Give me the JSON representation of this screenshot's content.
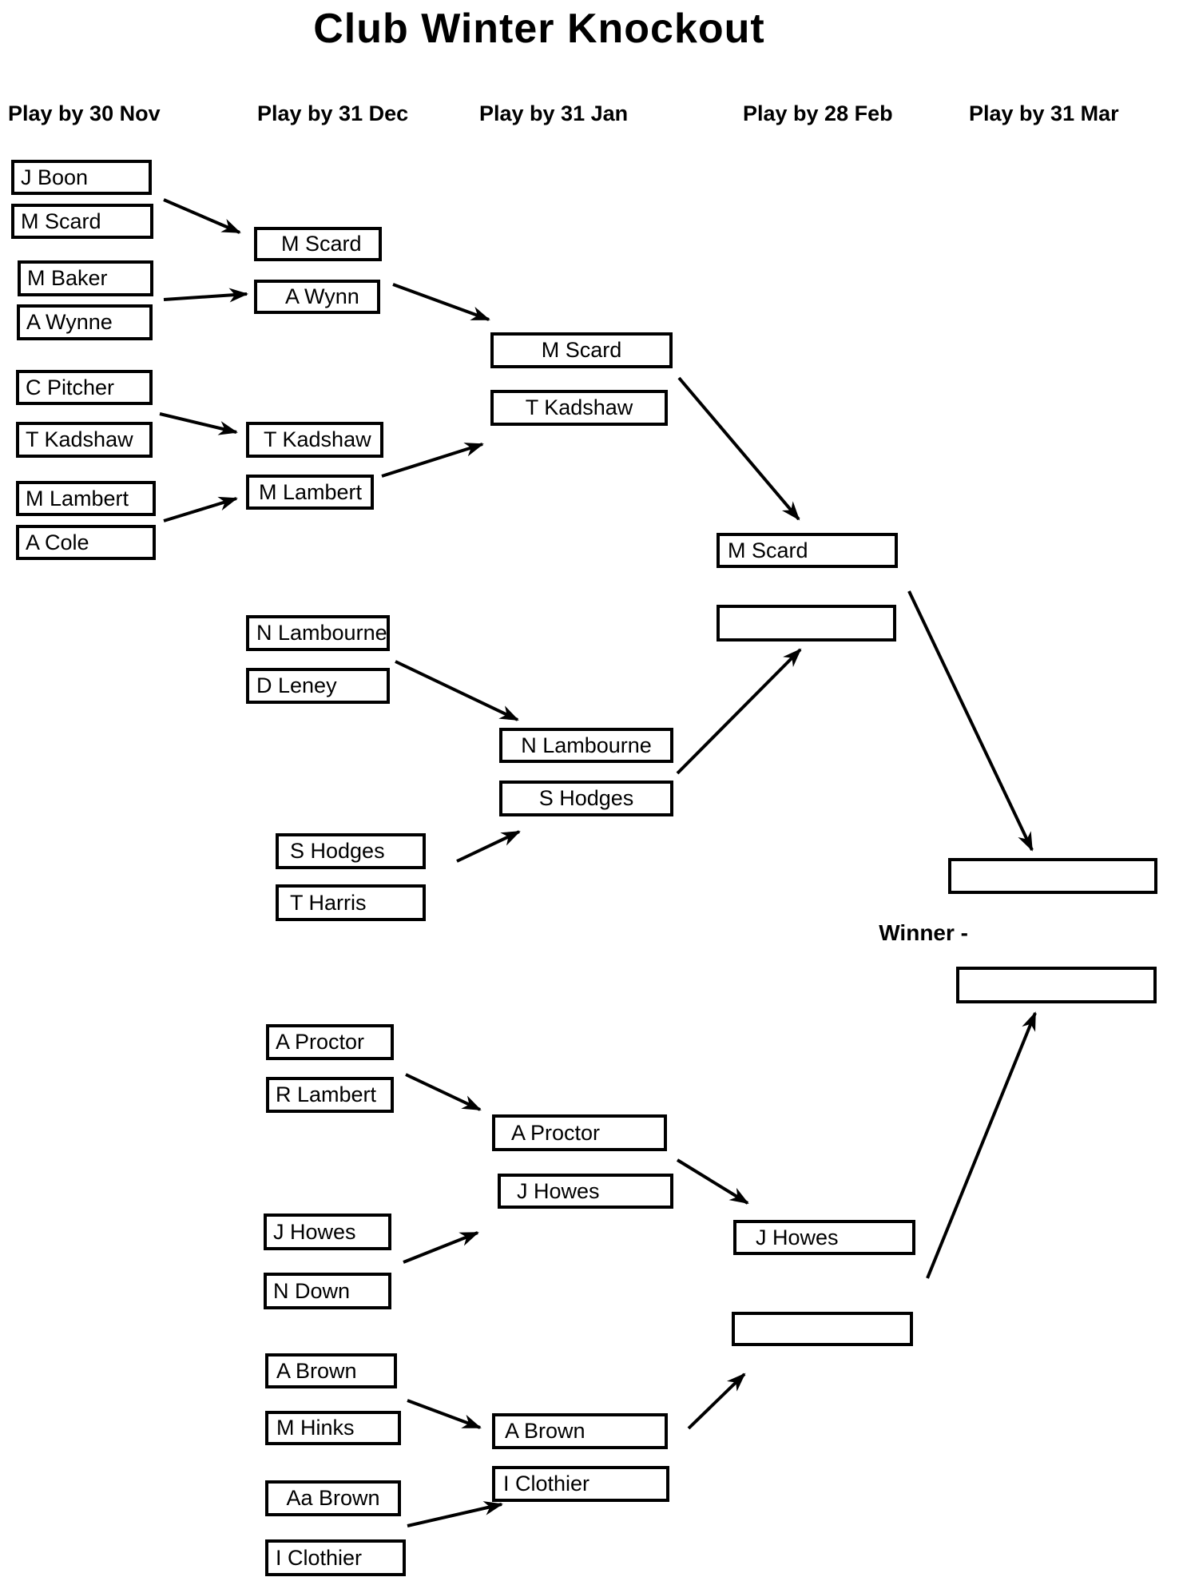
{
  "title": "Club Winter Knockout",
  "column_headers": [
    "Play by 30 Nov",
    "Play by 31 Dec",
    "Play by 31 Jan",
    "Play by 28 Feb",
    "Play by 31 Mar"
  ],
  "winner_label": "Winner -",
  "rounds": {
    "round1": [
      "J Boon",
      "M Scard",
      "M Baker",
      "A Wynne",
      "C Pitcher",
      "T Kadshaw",
      "M Lambert",
      "A Cole"
    ],
    "round2": [
      "M Scard",
      "A Wynn",
      "T Kadshaw",
      "M Lambert",
      "N Lambourne",
      "D Leney",
      "S Hodges",
      "T Harris",
      "A Proctor",
      "R Lambert",
      "J Howes",
      "N Down",
      "A Brown",
      "M Hinks",
      "Aa Brown",
      "I Clothier"
    ],
    "round3": [
      "M Scard",
      "T Kadshaw",
      "N Lambourne",
      "S Hodges",
      "A Proctor",
      "J Howes",
      "A Brown",
      "I Clothier"
    ],
    "round4": [
      "M Scard",
      "",
      "J Howes",
      ""
    ],
    "final": [
      "",
      ""
    ]
  }
}
